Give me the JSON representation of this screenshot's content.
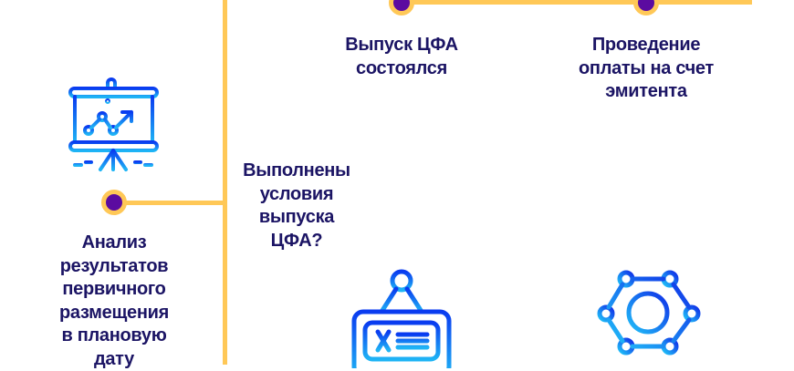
{
  "nodes": {
    "issue_done": {
      "label_lines": [
        "Выпуск ЦФА",
        "состоялся"
      ]
    },
    "payment": {
      "label_lines": [
        "Проведение",
        "оплаты на счет",
        "эмитента"
      ]
    },
    "conditions": {
      "label_lines": [
        "Выполнены",
        "условия",
        "выпуска",
        "ЦФА?"
      ]
    },
    "analysis": {
      "label_lines": [
        "Анализ",
        "результатов",
        "первичного",
        "размещения",
        "в плановую",
        "дату"
      ]
    }
  },
  "colors": {
    "line": "#FFC857",
    "dot": "#5B0BA0",
    "text": "#1B1464",
    "icon_start": "#0A3BF0",
    "icon_end": "#1EB4F5"
  }
}
